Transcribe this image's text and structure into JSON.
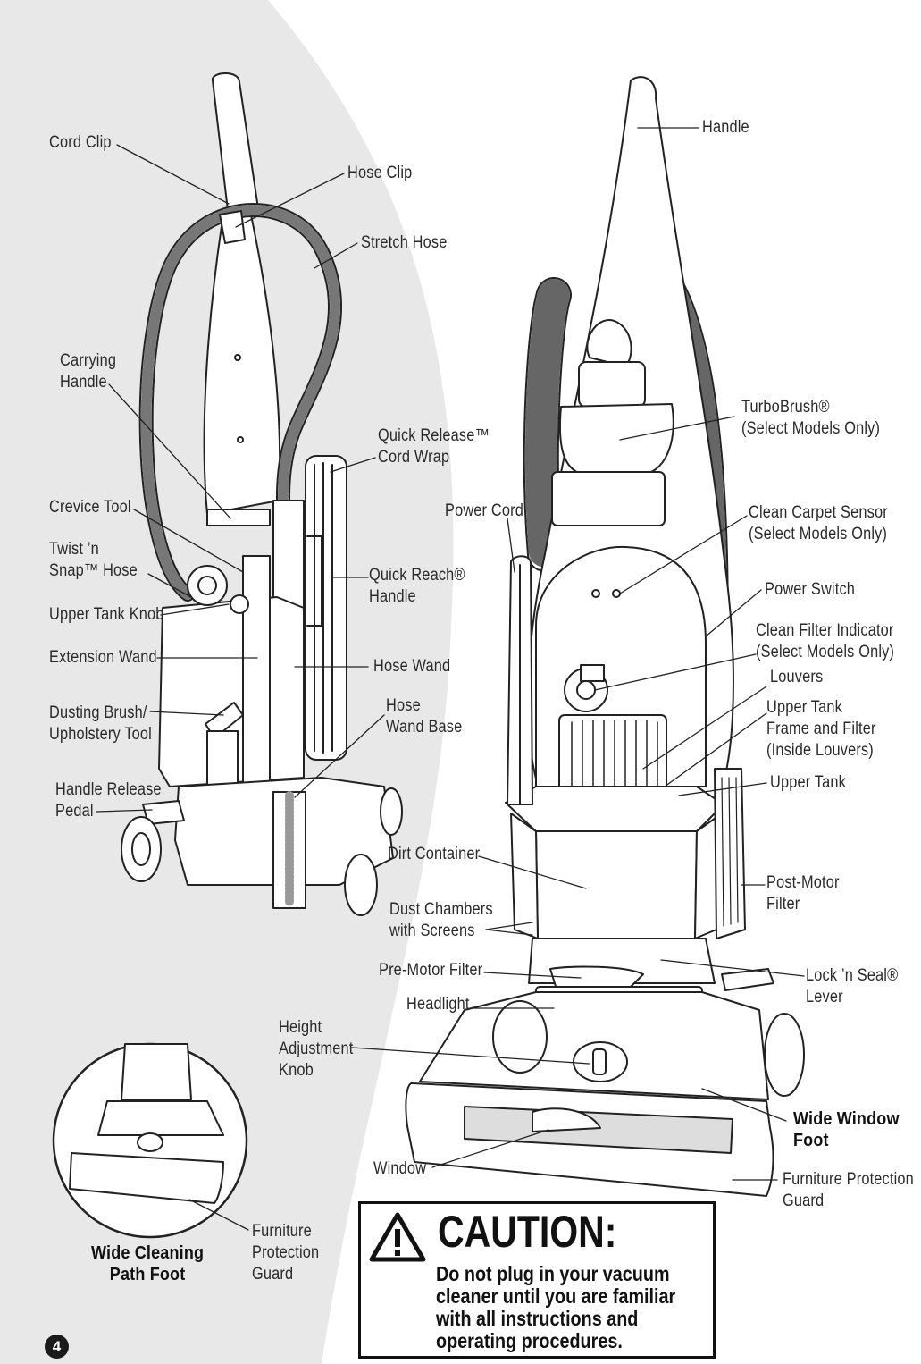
{
  "page": {
    "number": "4"
  },
  "left_unit_labels": {
    "cord_clip": "Cord Clip",
    "hose_clip": "Hose Clip",
    "stretch_hose": "Stretch Hose",
    "carrying_handle": "Carrying\nHandle",
    "quick_release_cord_wrap": "Quick Release™\nCord Wrap",
    "crevice_tool": "Crevice Tool",
    "twist_n_snap_hose": "Twist ’n\nSnap™ Hose",
    "quick_reach_handle": "Quick Reach®\nHandle",
    "upper_tank_knob": "Upper Tank Knob",
    "extension_wand": "Extension Wand",
    "hose_wand": "Hose Wand",
    "dusting_brush": "Dusting Brush/\nUpholstery Tool",
    "hose_wand_base": "Hose\nWand Base",
    "handle_release_pedal": "Handle Release\nPedal"
  },
  "right_unit_labels": {
    "handle": "Handle",
    "turbobrush": "TurboBrush®\n(Select Models Only)",
    "power_cord": "Power Cord",
    "clean_carpet_sensor": "Clean Carpet Sensor\n(Select Models Only)",
    "power_switch": "Power Switch",
    "clean_filter_indicator": "Clean Filter Indicator\n(Select Models Only)",
    "louvers": "Louvers",
    "upper_tank_frame": "Upper Tank\nFrame and Filter\n(Inside Louvers)",
    "upper_tank": "Upper Tank",
    "dirt_container": "Dirt Container",
    "post_motor_filter": "Post-Motor\nFilter",
    "dust_chambers": "Dust Chambers\nwith Screens",
    "pre_motor_filter": "Pre-Motor Filter",
    "lock_n_seal_lever": "Lock ’n Seal®\nLever",
    "headlight": "Headlight",
    "height_adjustment_knob": "Height\nAdjustment\nKnob",
    "wide_window_foot": "Wide Window\nFoot",
    "window": "Window",
    "furniture_protection_guard": "Furniture Protection\nGuard"
  },
  "inset": {
    "title": "Wide Cleaning\nPath Foot",
    "furniture_protection_guard": "Furniture\nProtection\nGuard"
  },
  "caution": {
    "title": "CAUTION:",
    "body": "Do not plug in your vacuum cleaner until you are familiar with all instructions and operating procedures."
  },
  "colors": {
    "line": "#222222",
    "background_arc": "#e6e6e6",
    "page": "#ffffff"
  }
}
